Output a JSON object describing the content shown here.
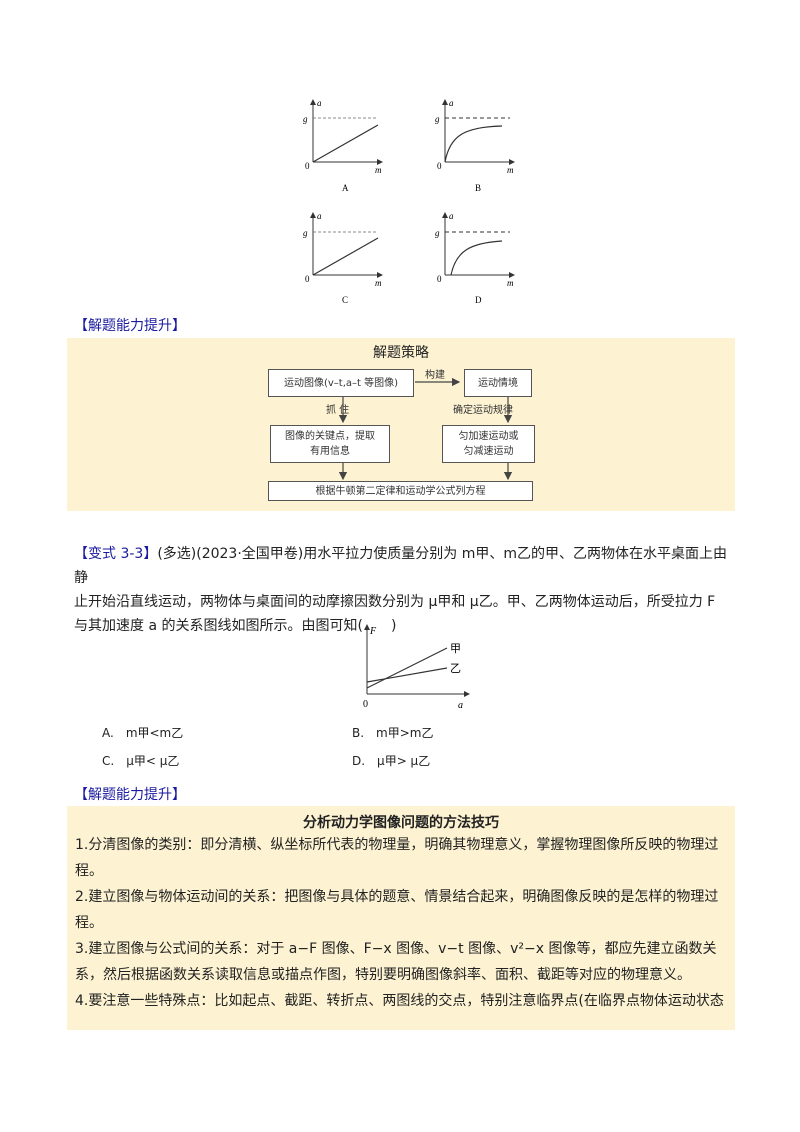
{
  "graphs_top": {
    "axis_y": "a",
    "axis_x": "m",
    "g_label": "g",
    "origin": "0",
    "captions": [
      "A",
      "B",
      "C",
      "D"
    ]
  },
  "section1": {
    "label": "【解题能力提升】"
  },
  "strategy": {
    "title": "解题策略",
    "nodes": {
      "motion_graph": "运动图像(v–t,a–t 等图像)",
      "motion_scene": "运动情境",
      "key_points": "图像的关键点，提取有用信息",
      "uniform_motion": "匀加速运动或匀减速运动",
      "equation": "根据牛顿第二定律和运动学公式列方程"
    },
    "edge_labels": {
      "build": "构建",
      "grasp": "抓 住",
      "determine": "确定运动规律"
    }
  },
  "question": {
    "tag": "【变式 3-3】",
    "line1": "(多选)(2023·全国甲卷)用水平拉力使质量分别为 m甲、m乙的甲、乙两物体在水平桌面上由静",
    "line2": "止开始沿直线运动，两物体与桌面间的动摩擦因数分别为 μ甲和 μ乙。甲、乙两物体运动后，所受拉力 F",
    "line3": "与其加速度 a 的关系图线如图所示。由图可知(　　)",
    "graph": {
      "axis_y": "F",
      "axis_x": "a",
      "origin": "0",
      "line1": "甲",
      "line2": "乙"
    },
    "options": {
      "A": "A.　m甲<m乙",
      "B": "B.　m甲>m乙",
      "C": "C.　μ甲< μ乙",
      "D": "D.　μ甲> μ乙"
    }
  },
  "section2": {
    "label": "【解题能力提升】"
  },
  "tips": {
    "title": "分析动力学图像问题的方法技巧",
    "items": [
      "1.分清图像的类别：即分清横、纵坐标所代表的物理量，明确其物理意义，掌握物理图像所反映的物理过程。",
      "2.建立图像与物体运动间的关系：把图像与具体的题意、情景结合起来，明确图像反映的是怎样的物理过程。",
      "3.建立图像与公式间的关系：对于 a−F 图像、F−x 图像、v−t 图像、v²−x 图像等，都应先建立函数关系，然后根据函数关系读取信息或描点作图，特别要明确图像斜率、面积、截距等对应的物理意义。",
      "4.要注意一些特殊点：比如起点、截距、转折点、两图线的交点，特别注意临界点(在临界点物体运动状态"
    ]
  }
}
